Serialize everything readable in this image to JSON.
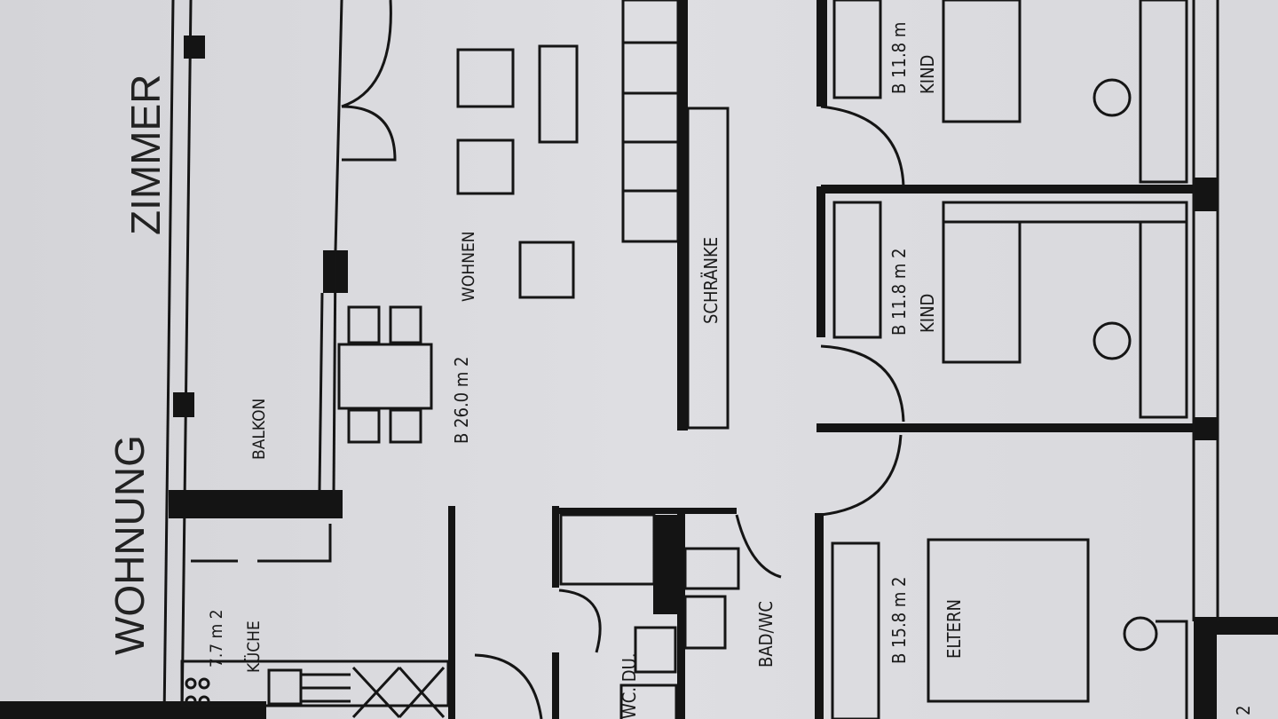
{
  "title": {
    "word1": "WOHNUNG",
    "word2": "ZIMMER"
  },
  "rooms": {
    "balkon": {
      "name": "BALKON"
    },
    "wohnen": {
      "name": "WOHNEN",
      "area": "B 26.0 m 2"
    },
    "schraenke": {
      "name": "SCHRÄNKE"
    },
    "kind_top": {
      "name": "KIND",
      "area": "B 11.8 m"
    },
    "kind_mid": {
      "name": "KIND",
      "area": "B 11.8 m 2"
    },
    "eltern": {
      "name": "ELTERN",
      "area": "B 15.8 m 2"
    },
    "bad": {
      "name": "BAD/WC"
    },
    "wc_du": {
      "name": "WC. DU."
    },
    "kueche": {
      "name": "KÜCHE",
      "area": "7.7 m 2"
    }
  },
  "corner_text": "2"
}
